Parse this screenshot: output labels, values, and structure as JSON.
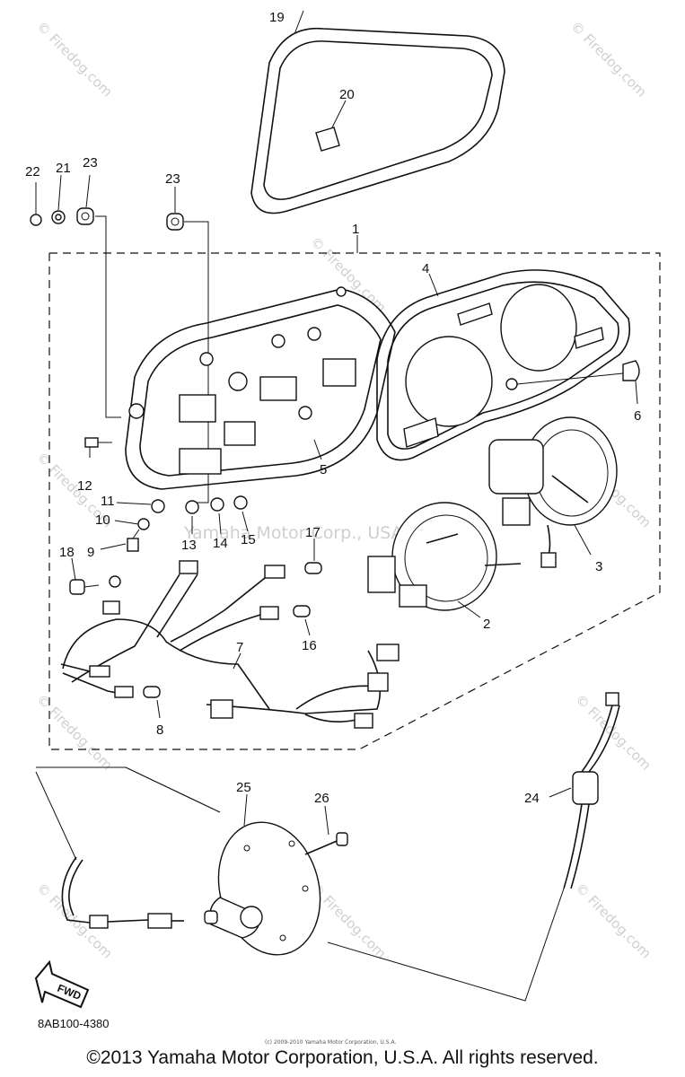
{
  "callouts": [
    {
      "id": "c1",
      "text": "1"
    },
    {
      "id": "c2",
      "text": "2"
    },
    {
      "id": "c3",
      "text": "3"
    },
    {
      "id": "c4",
      "text": "4"
    },
    {
      "id": "c5",
      "text": "5"
    },
    {
      "id": "c6",
      "text": "6"
    },
    {
      "id": "c7",
      "text": "7"
    },
    {
      "id": "c8",
      "text": "8"
    },
    {
      "id": "c9",
      "text": "9"
    },
    {
      "id": "c10",
      "text": "10"
    },
    {
      "id": "c11",
      "text": "11"
    },
    {
      "id": "c12",
      "text": "12"
    },
    {
      "id": "c13",
      "text": "13"
    },
    {
      "id": "c14",
      "text": "14"
    },
    {
      "id": "c15",
      "text": "15"
    },
    {
      "id": "c16",
      "text": "16"
    },
    {
      "id": "c17",
      "text": "17"
    },
    {
      "id": "c18",
      "text": "18"
    },
    {
      "id": "c19",
      "text": "19"
    },
    {
      "id": "c20",
      "text": "20"
    },
    {
      "id": "c21",
      "text": "21"
    },
    {
      "id": "c22",
      "text": "22"
    },
    {
      "id": "c23a",
      "text": "23"
    },
    {
      "id": "c23b",
      "text": "23"
    },
    {
      "id": "c24",
      "text": "24"
    },
    {
      "id": "c25",
      "text": "25"
    },
    {
      "id": "c26",
      "text": "26"
    }
  ],
  "watermark": {
    "text": "© Firedog.com",
    "center_text": "Yamaha Motor Corp., USA"
  },
  "direction_badge": "FWD",
  "diagram_code": "8AB100-4380",
  "small_copyright": "(c) 2009-2010 Yamaha Motor Corporation, U.S.A.",
  "copyright": "©2013 Yamaha Motor Corporation, U.S.A. All rights reserved."
}
